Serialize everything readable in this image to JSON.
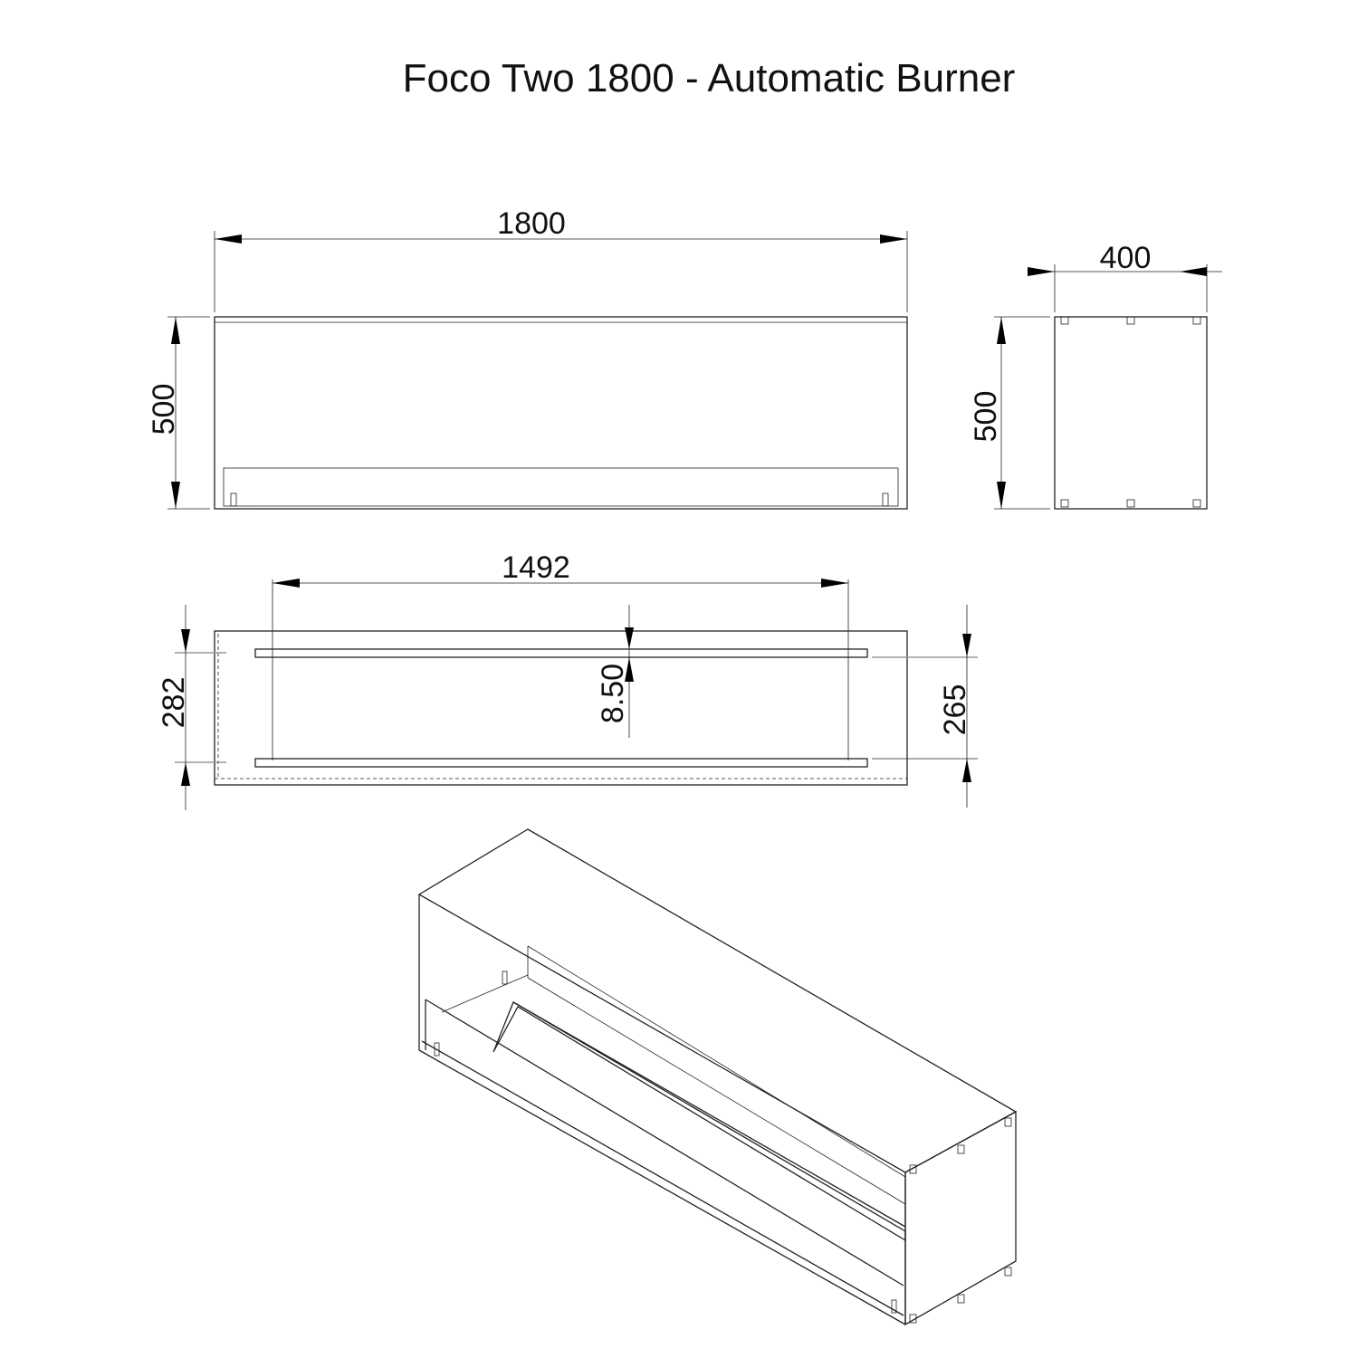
{
  "title": "Foco Two 1800 - Automatic Burner",
  "front_view": {
    "width_label": "1800",
    "height_label": "500"
  },
  "side_view": {
    "width_label": "400",
    "height_label": "500"
  },
  "top_view": {
    "burner_length_label": "1492",
    "gap_label": "8.50",
    "depth_left_label": "282",
    "depth_right_label": "265"
  }
}
